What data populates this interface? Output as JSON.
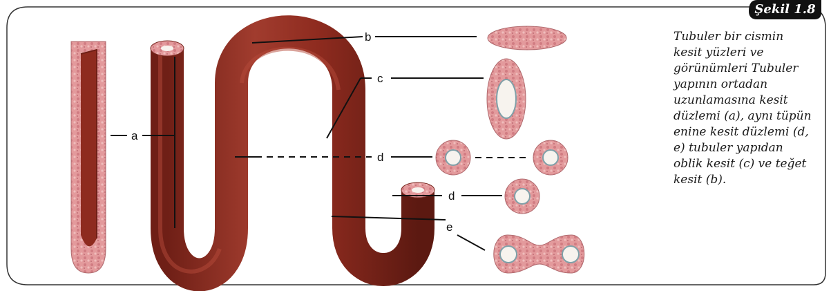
{
  "figure": {
    "number": "Şekil 1.8",
    "caption": "Tubuler bir cismin kesit yüzleri ve görünümleri Tubuler yapının ortadan uzunlamasına kesit düzlemi (a), aynı tüpün enine kesit düzlemi (d, e) tubuler yapıdan oblik kesit (c) ve teğet kesit (b).",
    "labels": {
      "a": "a",
      "b": "b",
      "c": "c",
      "d1": "d",
      "d2": "d",
      "e": "e"
    }
  },
  "colors": {
    "tube": "#8e2b1f",
    "tube_highlight": "#b5493a",
    "tissue": "#e39a9c",
    "lumen": "#f7f3ee",
    "badge_bg": "#111111",
    "border": "#333333"
  }
}
